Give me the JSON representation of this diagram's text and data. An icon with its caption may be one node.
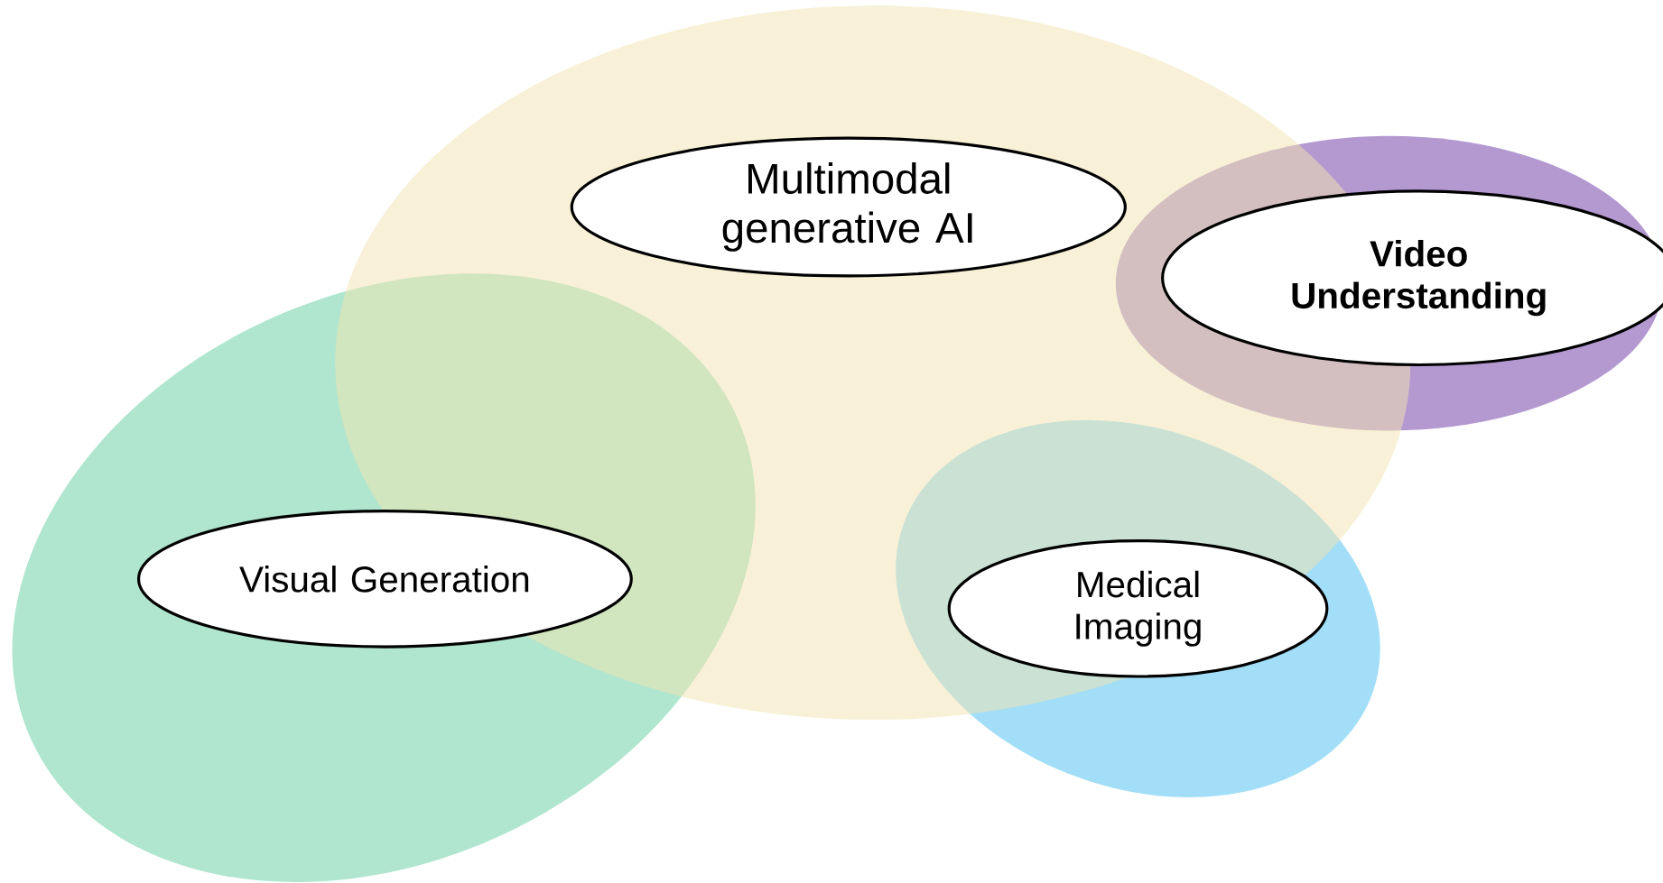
{
  "diagram": {
    "nodes": [
      {
        "text": [
          "Multimodal generative AI"
        ]
      },
      {
        "text": [
          "Video Understanding"
        ]
      },
      {
        "text": [
          "Visual Generation"
        ]
      },
      {
        "text": [
          "Medical Imaging"
        ]
      }
    ]
  }
}
